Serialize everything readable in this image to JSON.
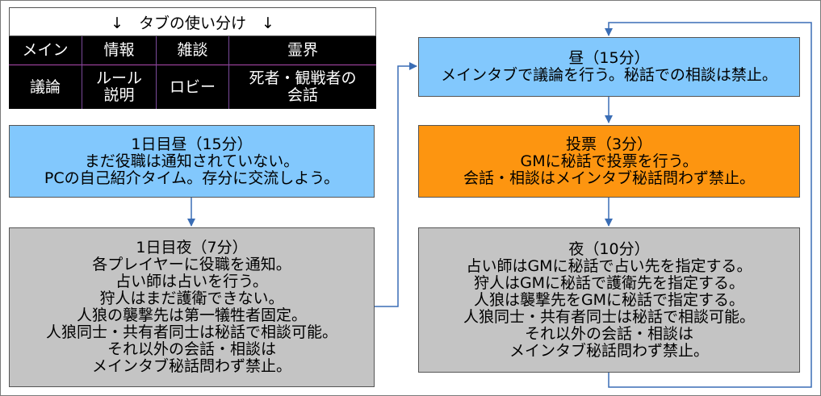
{
  "tab_guide": {
    "title": "↓　タブの使い分け　↓",
    "columns": [
      {
        "tab": "メイン",
        "use": [
          "議論"
        ]
      },
      {
        "tab": "情報",
        "use": [
          "ルール",
          "説明"
        ]
      },
      {
        "tab": "雑談",
        "use": [
          "ロビー"
        ]
      },
      {
        "tab": "霊界",
        "use": [
          "死者・観戦者の",
          "会話"
        ]
      }
    ]
  },
  "steps": {
    "day1_noon": {
      "title": "1日目昼（15分）",
      "lines": [
        "まだ役職は通知されていない。",
        "PCの自己紹介タイム。存分に交流しよう。"
      ]
    },
    "day1_night": {
      "title": "1日目夜（7分）",
      "lines": [
        "各プレイヤーに役職を通知。",
        "占い師は占いを行う。",
        "狩人はまだ護衛できない。",
        "人狼の襲撃先は第一犠牲者固定。",
        "人狼同士・共有者同士は秘話で相談可能。",
        "それ以外の会話・相談は",
        "メインタブ秘話問わず禁止。"
      ]
    },
    "noon": {
      "title": "昼（15分）",
      "lines": [
        "メインタブで議論を行う。秘話での相談は禁止。"
      ]
    },
    "vote": {
      "title": "投票（3分）",
      "lines": [
        "GMに秘話で投票を行う。",
        "会話・相談はメインタブ秘話問わず禁止。"
      ]
    },
    "night": {
      "title": "夜（10分）",
      "lines": [
        "占い師はGMに秘話で占い先を指定する。",
        "狩人はGMに秘話で護衛先を指定する。",
        "人狼は襲撃先をGMに秘話で指定する。",
        "人狼同士・共有者同士は秘話で相談可能。",
        "それ以外の会話・相談は",
        "メインタブ秘話問わず禁止。"
      ]
    }
  },
  "colors": {
    "noon_blue": "#82c8fd",
    "vote_orange": "#fd9510",
    "night_gray": "#c4c4c4",
    "arrow_blue": "#3a6db5"
  }
}
